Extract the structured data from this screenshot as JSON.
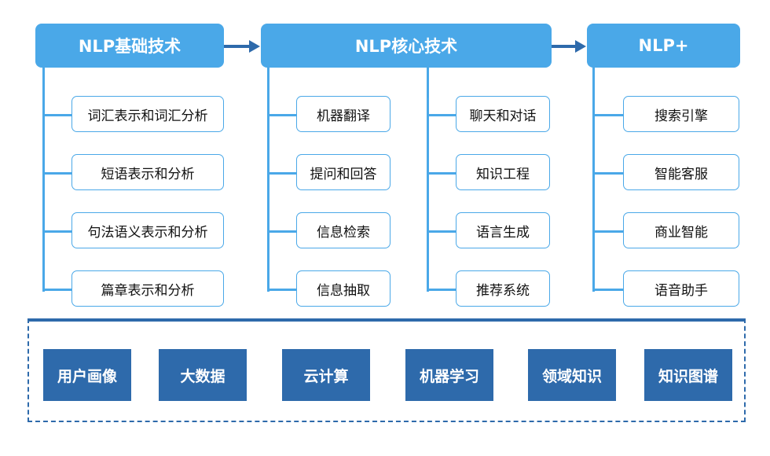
{
  "headers": {
    "basic": "NLP基础技术",
    "core": "NLP核心技术",
    "plus": "NLP+"
  },
  "basic_items": [
    "词汇表示和词汇分析",
    "短语表示和分析",
    "句法语义表示和分析",
    "篇章表示和分析"
  ],
  "core_left_items": [
    "机器翻译",
    "提问和回答",
    "信息检索",
    "信息抽取"
  ],
  "core_right_items": [
    "聊天和对话",
    "知识工程",
    "语言生成",
    "推荐系统"
  ],
  "plus_items": [
    "搜索引擎",
    "智能客服",
    "商业智能",
    "语音助手"
  ],
  "foundation_items": [
    "用户画像",
    "大数据",
    "云计算",
    "机器学习",
    "领域知识",
    "知识图谱"
  ],
  "colors": {
    "header": "#4aa8e8",
    "foundation": "#2e6aab",
    "arrow": "#2e6aab"
  }
}
